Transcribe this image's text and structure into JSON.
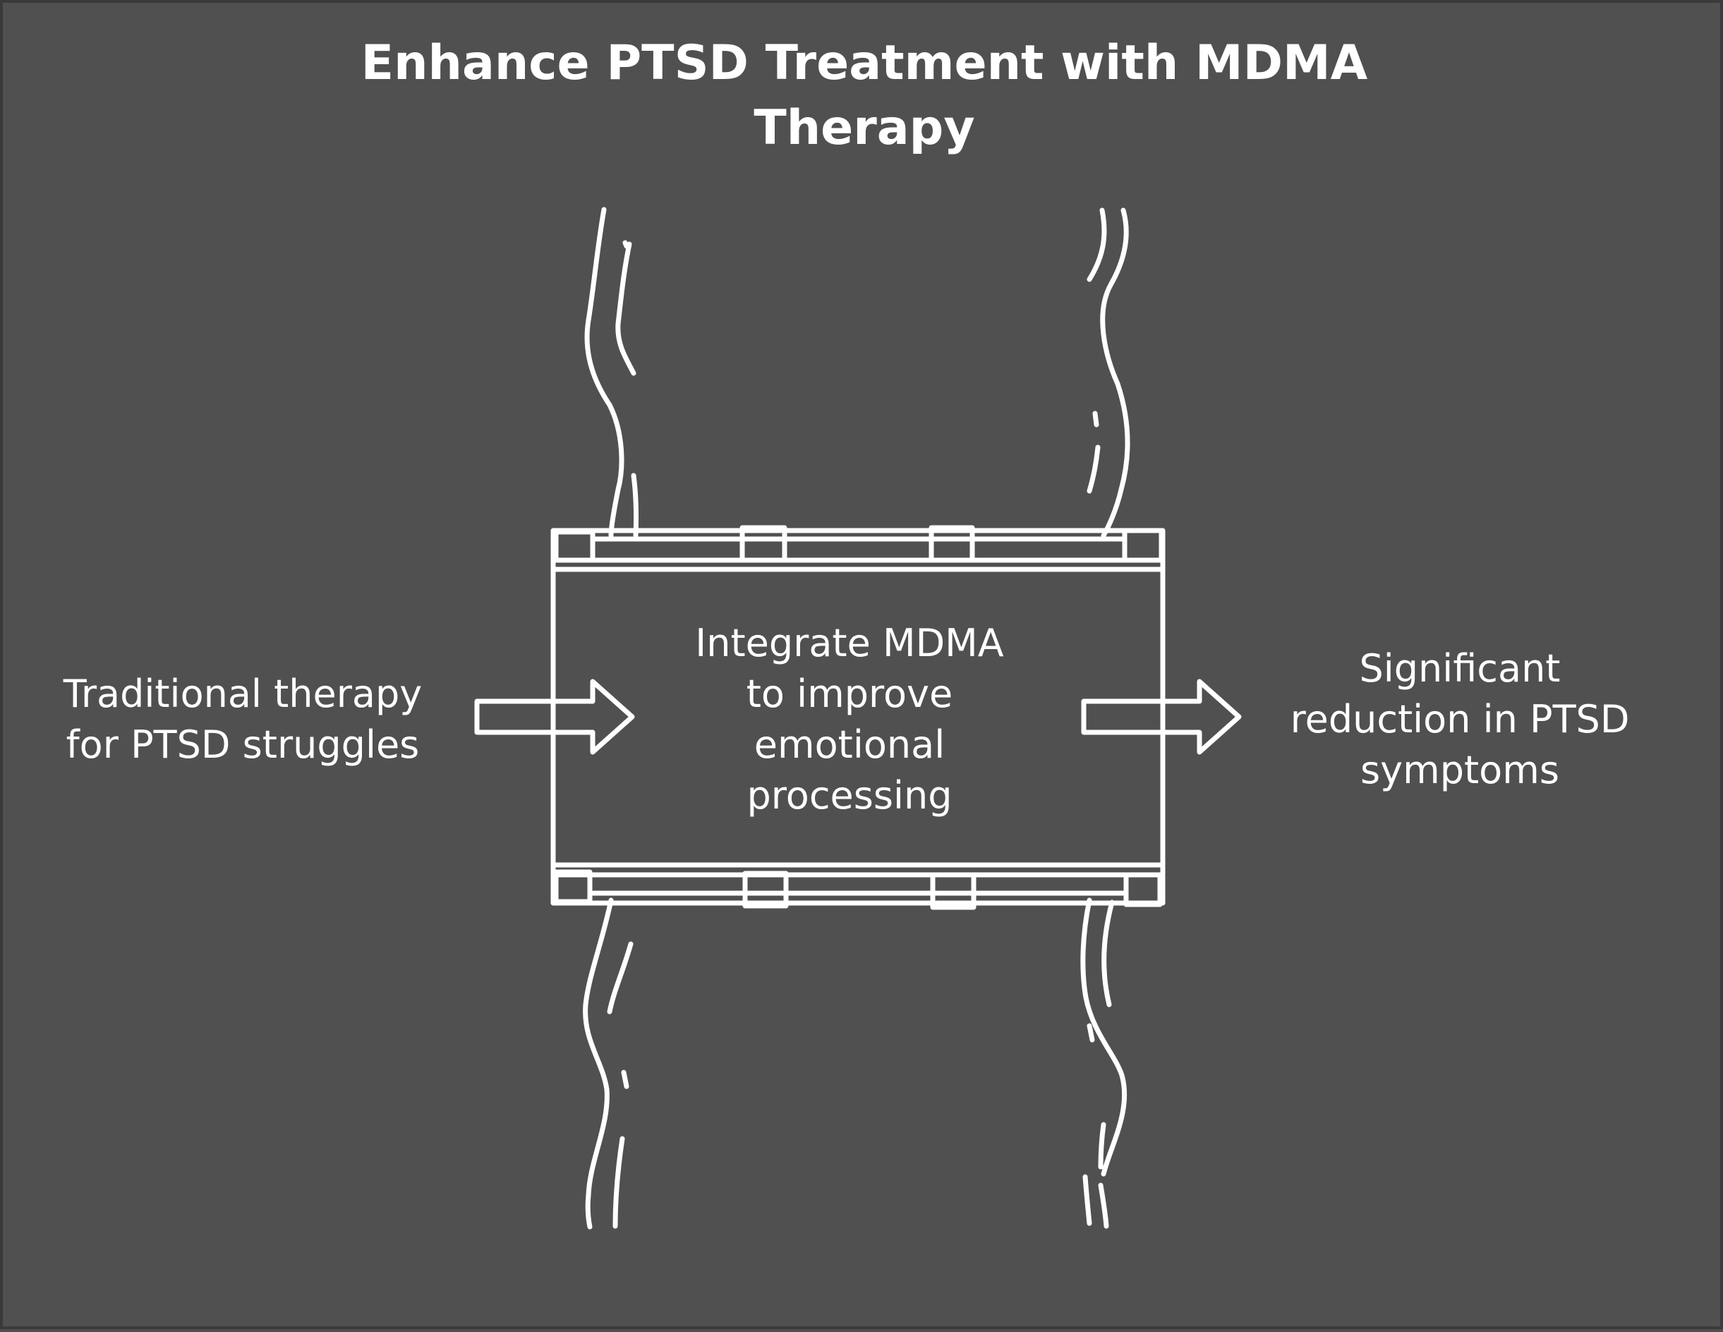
{
  "title": "Enhance PTSD Treatment with MDMA\nTherapy",
  "input": {
    "text": "Traditional therapy\nfor PTSD struggles"
  },
  "process": {
    "text": "Integrate MDMA\nto improve\nemotional\nprocessing"
  },
  "output": {
    "text": "Significant\nreduction in PTSD\nsymptoms"
  },
  "colors": {
    "background": "#505050",
    "stroke": "#ffffff"
  }
}
